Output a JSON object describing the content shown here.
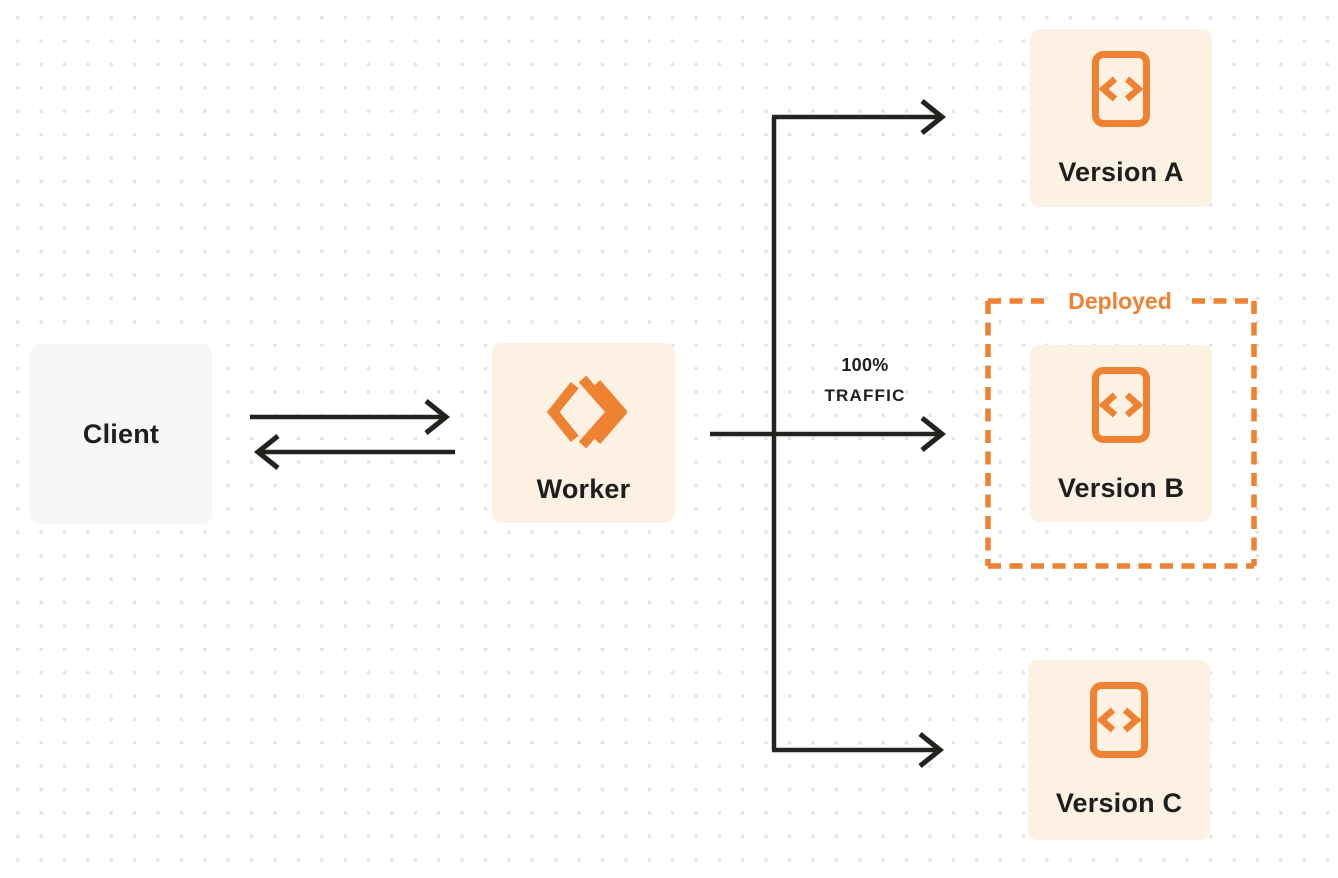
{
  "nodes": {
    "client": {
      "label": "Client"
    },
    "worker": {
      "label": "Worker"
    },
    "version_a": {
      "label": "Version A"
    },
    "version_b": {
      "label": "Version B"
    },
    "version_c": {
      "label": "Version C"
    }
  },
  "annotations": {
    "deployed_label": "Deployed",
    "traffic": {
      "line1": "100%",
      "line2": "TRAFFIC"
    }
  },
  "icons": {
    "worker_icon": "cloudflare-workers-chevrons",
    "version_icon": "code-file"
  },
  "colors": {
    "orange": "#ee8232",
    "cream": "#fdf1e3",
    "gray_box": "#f6f6f7",
    "arrow": "#24221e",
    "text": "#1e1e1e",
    "dot": "#e3e3e3",
    "background": "#ffffff"
  }
}
